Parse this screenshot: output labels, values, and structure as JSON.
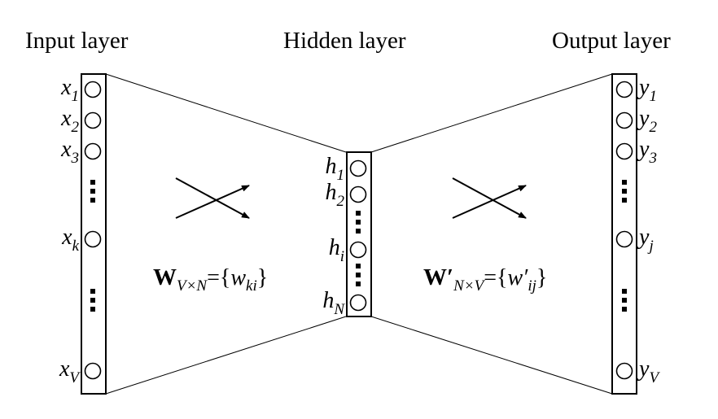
{
  "titles": {
    "input": "Input layer",
    "hidden": "Hidden layer",
    "output": "Output layer"
  },
  "input_nodes": [
    {
      "base": "x",
      "sub": "1"
    },
    {
      "base": "x",
      "sub": "2"
    },
    {
      "base": "x",
      "sub": "3"
    },
    {
      "base": "x",
      "sub": "k"
    },
    {
      "base": "x",
      "sub": "V"
    }
  ],
  "hidden_nodes": [
    {
      "base": "h",
      "sub": "1"
    },
    {
      "base": "h",
      "sub": "2"
    },
    {
      "base": "h",
      "sub": "i"
    },
    {
      "base": "h",
      "sub": "N"
    }
  ],
  "output_nodes": [
    {
      "base": "y",
      "sub": "1"
    },
    {
      "base": "y",
      "sub": "2"
    },
    {
      "base": "y",
      "sub": "3"
    },
    {
      "base": "y",
      "sub": "j"
    },
    {
      "base": "y",
      "sub": "V"
    }
  ],
  "weights": {
    "input_hidden": {
      "bold": "W",
      "sub": "V×N",
      "eq": "={",
      "w": "w",
      "wsub": "ki",
      "close": "}"
    },
    "hidden_output": {
      "bold": "W′",
      "sub": "N×V",
      "eq": "={",
      "w": "w′",
      "wsub": "ij",
      "close": "}"
    }
  }
}
